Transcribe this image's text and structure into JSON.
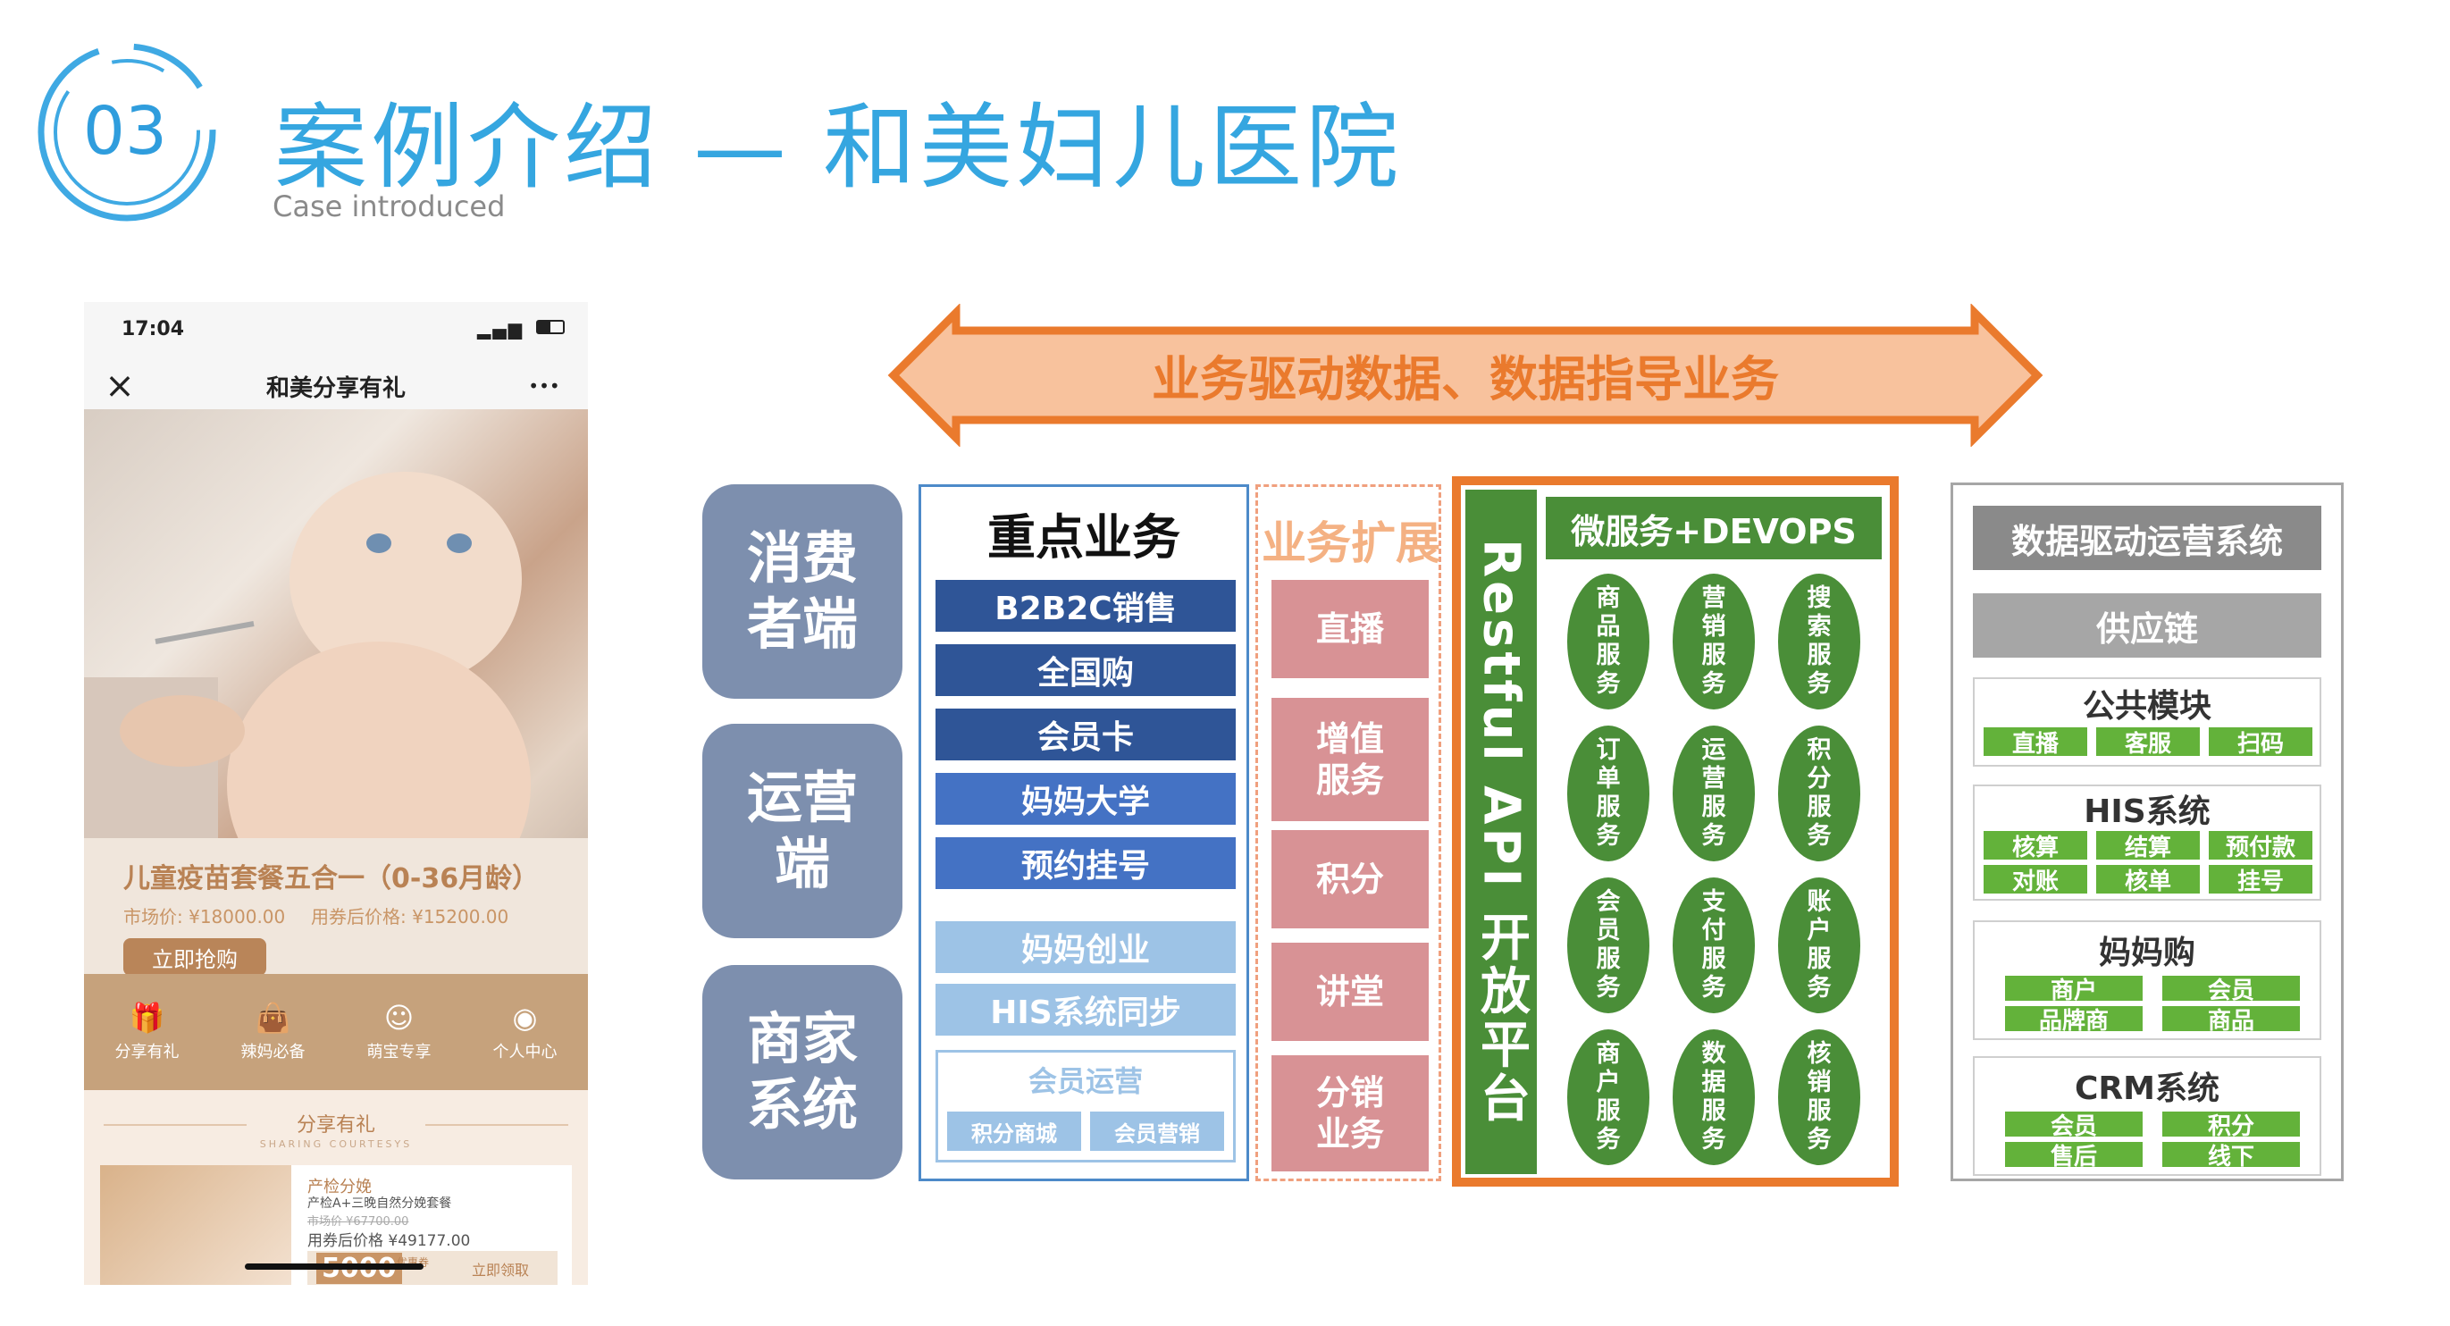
{
  "header": {
    "number": "03",
    "title": "案例介绍 — 和美妇儿医院",
    "subtitle": "Case introduced"
  },
  "phone": {
    "time": "17:04",
    "nav_title": "和美分享有礼",
    "close_icon": "×",
    "more_icon": "•••",
    "banner_title": "儿童疫苗套餐五合一（0-36月龄）",
    "market_price": "市场价: ¥18000.00",
    "coupon_price": "用券后价格: ¥15200.00",
    "buy_button": "立即抢购",
    "tabs": [
      {
        "label": "分享有礼",
        "icon": "gift-icon"
      },
      {
        "label": "辣妈必备",
        "icon": "bag-icon"
      },
      {
        "label": "萌宝专享",
        "icon": "baby-icon"
      },
      {
        "label": "个人中心",
        "icon": "user-icon"
      }
    ],
    "section_title": "分享有礼",
    "section_sub": "SHARING COURTESYS",
    "product": {
      "name": "产检分娩",
      "desc": "产检A+三晚自然分娩套餐",
      "market": "市场价 ¥67700.00",
      "coupon": "用券后价格 ¥49177.00",
      "coupon_value": "5000",
      "coupon_unit": "优惠券",
      "claim": "立即领取"
    }
  },
  "arrow_text": "业务驱动数据、数据指导业务",
  "clients": [
    {
      "label": "消费者端"
    },
    {
      "label": "运营端"
    },
    {
      "label": "商家系统"
    }
  ],
  "core": {
    "title": "重点业务",
    "items": [
      {
        "label": "B2B2C销售"
      },
      {
        "label": "全国购"
      },
      {
        "label": "会员卡"
      },
      {
        "label": "妈妈大学"
      },
      {
        "label": "预约挂号"
      },
      {
        "label": "妈妈创业"
      },
      {
        "label": "HIS系统同步"
      }
    ],
    "sub_title": "会员运营",
    "sub_items": [
      {
        "label": "积分商城"
      },
      {
        "label": "会员营销"
      }
    ]
  },
  "extension": {
    "title": "业务扩展",
    "items": [
      {
        "label": "直播"
      },
      {
        "label": "增值服务"
      },
      {
        "label": "积分"
      },
      {
        "label": "讲堂"
      },
      {
        "label": "分销业务"
      }
    ]
  },
  "platform": {
    "title": "Restful API 开放平台",
    "micro": "微服务+DEVOPS",
    "services": [
      {
        "label": "商品服务"
      },
      {
        "label": "营销服务"
      },
      {
        "label": "搜索服务"
      },
      {
        "label": "订单服务"
      },
      {
        "label": "运营服务"
      },
      {
        "label": "积分服务"
      },
      {
        "label": "会员服务"
      },
      {
        "label": "支付服务"
      },
      {
        "label": "账户服务"
      },
      {
        "label": "商户服务"
      },
      {
        "label": "数据服务"
      },
      {
        "label": "核销服务"
      }
    ]
  },
  "ops": {
    "title": "数据驱动运营系统",
    "supply": "供应链",
    "public": {
      "title": "公共模块",
      "tags": [
        "直播",
        "客服",
        "扫码"
      ]
    },
    "his": {
      "title": "HIS系统",
      "tags": [
        "核算",
        "结算",
        "预付款",
        "对账",
        "核单",
        "挂号"
      ]
    },
    "mama": {
      "title": "妈妈购",
      "tags": [
        "商户",
        "会员",
        "品牌商",
        "商品"
      ]
    },
    "crm": {
      "title": "CRM系统",
      "tags": [
        "会员",
        "积分",
        "售后",
        "线下"
      ]
    }
  },
  "colors": {
    "title": "#35a6e0",
    "orange": "#ea7a2d",
    "green": "#4a8e38",
    "client": "#7d8fae"
  }
}
